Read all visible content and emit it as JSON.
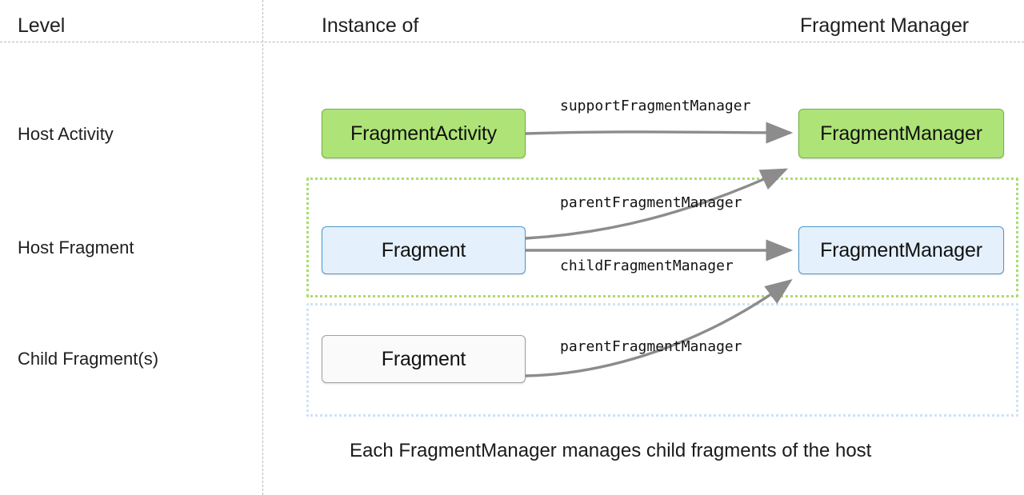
{
  "diagram": {
    "title_caption": "Each FragmentManager manages child fragments of the host",
    "columns": [
      {
        "key": "level",
        "label": "Level"
      },
      {
        "key": "instance_of",
        "label": "Instance of"
      },
      {
        "key": "fragment_manager",
        "label": "Fragment Manager"
      }
    ],
    "rows": [
      {
        "level_label": "Host Activity",
        "instance_label": "FragmentActivity",
        "manager_label": "FragmentManager",
        "edge_label": "supportFragmentManager",
        "instance_style": "green",
        "manager_style": "green"
      },
      {
        "level_label": "Host Fragment",
        "instance_label": "Fragment",
        "manager_label": "FragmentManager",
        "edge_label_up": "parentFragmentManager",
        "edge_label_right": "childFragmentManager",
        "instance_style": "blue",
        "manager_style": "blue"
      },
      {
        "level_label": "Child Fragment(s)",
        "instance_label": "Fragment",
        "edge_label_up": "parentFragmentManager",
        "instance_style": "plain"
      }
    ],
    "colors": {
      "green_fill": "#aee477",
      "green_border": "#74b53f",
      "green_group_dots": "#a7dd6e",
      "blue_fill": "#e4f0fc",
      "blue_border": "#4f97cc",
      "blue_group_dots": "#cfe2f7",
      "plain_fill": "#fafafa",
      "plain_border": "#a0a0a0",
      "arrow": "#8c8c8c",
      "rule": "#b8b8b8",
      "text": "#1a1a1a"
    }
  }
}
